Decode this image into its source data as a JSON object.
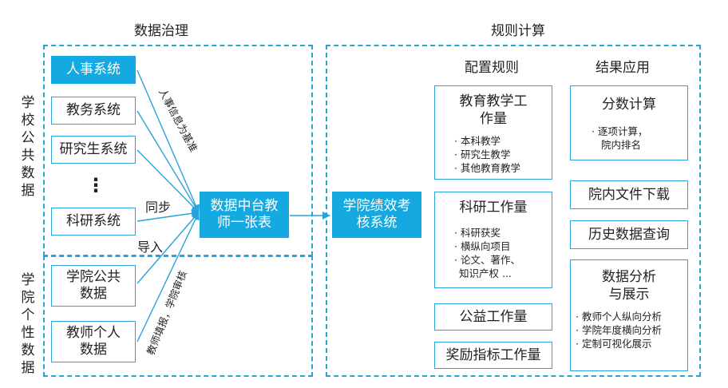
{
  "sections": {
    "governance": "数据治理",
    "rules": "规则计算",
    "school_public_data": "学校公共数据",
    "college_data": "学院个性数据",
    "config_rules": "配置规则",
    "result_application": "结果应用"
  },
  "systems": {
    "hr": "人事系统",
    "academic": "教务系统",
    "graduate": "研究生系统",
    "ellipsis": "⋮",
    "research": "科研系统"
  },
  "college_sources": {
    "public": "学院公共数据",
    "personal": "教师个人数据"
  },
  "edges": {
    "hr_basis": "人事信息为基准",
    "sync": "同步",
    "import": "导入",
    "fill_review": "教师填报，学院审核"
  },
  "hub": "数据中台教师一张表",
  "perf_system": "学院绩效考核系统",
  "config": {
    "teaching": {
      "title": "教育教学工作量",
      "items": [
        "· 本科教学",
        "· 研究生教学",
        "· 其他教育教学"
      ]
    },
    "research": {
      "title": "科研工作量",
      "items": [
        "· 科研获奖",
        "· 横纵向项目",
        "· 论文、著作、",
        "知识产权 ..."
      ]
    },
    "public_welfare": "公益工作量",
    "award": "奖励指标工作量"
  },
  "results": {
    "score": {
      "title": "分数计算",
      "items": [
        "· 逐项计算，",
        "院内排名"
      ]
    },
    "download": "院内文件下载",
    "history": "历史数据查询",
    "analysis": {
      "title": "数据分析与展示",
      "items": [
        "· 教师个人纵向分析",
        "· 学院年度横向分析",
        "· 定制可视化展示"
      ]
    }
  },
  "colors": {
    "accent": "#2aa3da",
    "fill": "#14a9e1"
  }
}
